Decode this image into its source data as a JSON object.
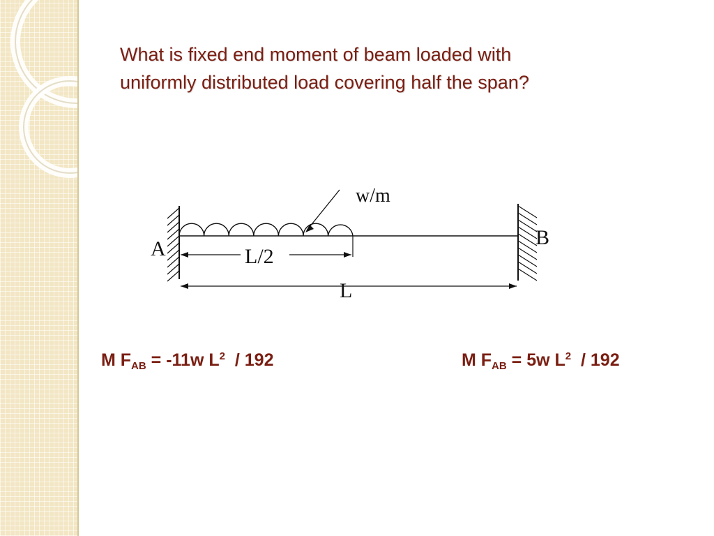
{
  "slide": {
    "title_line1": "What is fixed end moment of beam loaded with",
    "title_line2": "uniformly distributed load covering half the span?"
  },
  "diagram": {
    "load_label": "w/m",
    "support_a_label": "A",
    "support_b_label": "B",
    "half_span_label": "L/2",
    "span_label": "L"
  },
  "formulas": [
    {
      "prefix": "M F",
      "subscript": "AB",
      "middle": " = -11w L",
      "superscript": "2",
      "suffix": "  / 192"
    },
    {
      "prefix": "M F",
      "subscript": "AB",
      "middle": " = 5w L",
      "superscript": "2",
      "suffix": "  / 192"
    }
  ],
  "colors": {
    "title": "#7a1e12",
    "formula": "#7a1e12",
    "sidebar": "#f2e6c4"
  }
}
